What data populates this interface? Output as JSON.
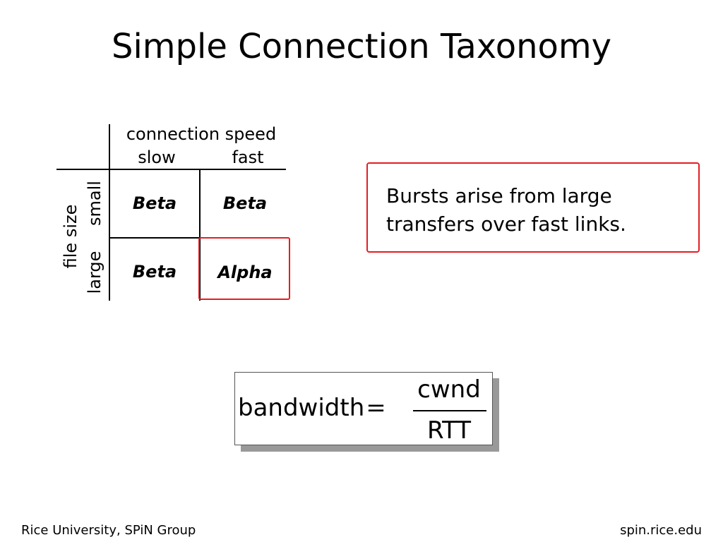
{
  "title": "Simple Connection Taxonomy",
  "taxonomy": {
    "column_header": "connection speed",
    "columns": [
      "slow",
      "fast"
    ],
    "row_header": "file size",
    "rows": [
      "small",
      "large"
    ],
    "cells": [
      [
        "Beta",
        "Beta"
      ],
      [
        "Beta",
        "Alpha"
      ]
    ],
    "highlight_color": "#e31e24"
  },
  "callout": {
    "line1": "Bursts arise from large",
    "line2": "transfers over fast links."
  },
  "formula": {
    "lhs": "bandwidth",
    "equals": "=",
    "numerator": "cwnd",
    "denominator": "RTT"
  },
  "footer": {
    "left": "Rice University, SPiN Group",
    "right": "spin.rice.edu"
  }
}
